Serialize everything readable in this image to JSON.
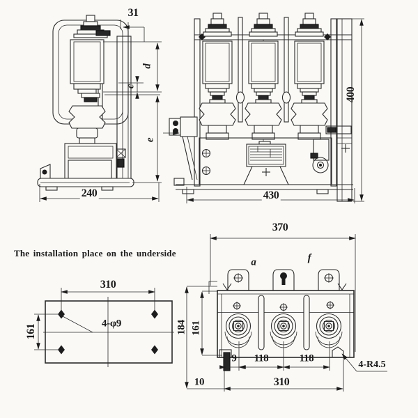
{
  "note_text": "The installation place on the underside",
  "side_view": {
    "dim_top": "31",
    "dim_d": "d",
    "dim_c": "c",
    "dim_e": "e",
    "dim_base": "240"
  },
  "front_view": {
    "dim_width": "430",
    "dim_height": "400"
  },
  "plate_view": {
    "dim_width": "310",
    "dim_height": "161",
    "holes": "4-φ9"
  },
  "bottom_view": {
    "dim_width": "370",
    "label_a": "a",
    "label_f": "f",
    "dim_depth": "184",
    "dim_height2": "161",
    "dim_offset": "9",
    "dim_pitch1": "118",
    "dim_pitch2": "118",
    "dim_holes_x": "310",
    "dim_edge": "10",
    "radius": "4-R4.5"
  }
}
